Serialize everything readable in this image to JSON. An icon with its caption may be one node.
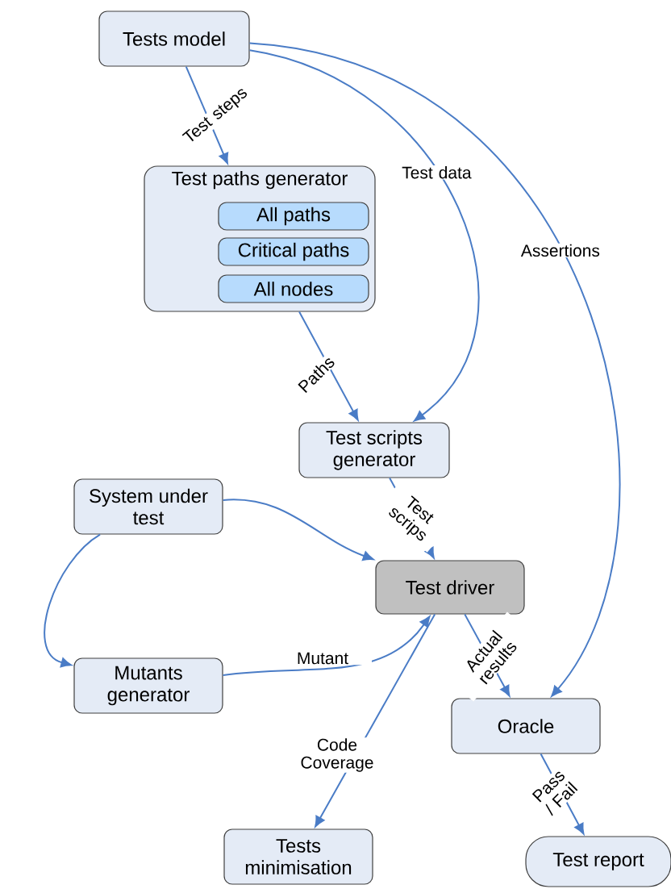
{
  "diagram": {
    "nodes": [
      {
        "text": [
          "Tests model"
        ]
      },
      {
        "text": [
          "Test paths generator"
        ]
      },
      {
        "text": [
          "All paths"
        ],
        "in": 1
      },
      {
        "text": [
          "Critical paths"
        ],
        "in": 1
      },
      {
        "text": [
          "All nodes"
        ],
        "in": 1
      },
      {
        "text": [
          "Test scripts generator"
        ]
      },
      {
        "text": [
          "System under test"
        ]
      },
      {
        "text": [
          "Test driver"
        ]
      },
      {
        "text": [
          "Mutants generator"
        ]
      },
      {
        "text": [
          "Oracle"
        ]
      },
      {
        "text": [
          "Tests minimisation"
        ]
      },
      {
        "text": [
          "Test report"
        ]
      }
    ],
    "edges": [
      {
        "from": 0,
        "to": 1,
        "arrow": "to",
        "label": "Test steps"
      },
      {
        "from": 0,
        "to": 5,
        "arrow": "to",
        "label": "Test data"
      },
      {
        "from": 0,
        "to": 9,
        "arrow": "to",
        "label": "Assertions"
      },
      {
        "from": 1,
        "to": 5,
        "arrow": "to",
        "label": "Paths"
      },
      {
        "from": 5,
        "to": 7,
        "arrow": "to",
        "label": "Test scrips"
      },
      {
        "from": 6,
        "to": 7,
        "arrow": "to"
      },
      {
        "from": 6,
        "to": 8,
        "arrow": "to"
      },
      {
        "from": 8,
        "to": 7,
        "arrow": "to",
        "label": "Mutant"
      },
      {
        "from": 7,
        "to": 9,
        "arrow": "to",
        "label": "Actual results"
      },
      {
        "from": 7,
        "to": 10,
        "arrow": "to",
        "label": "Code Coverage"
      },
      {
        "from": 9,
        "to": 11,
        "arrow": "to",
        "label": "Pass / Fail"
      }
    ]
  }
}
